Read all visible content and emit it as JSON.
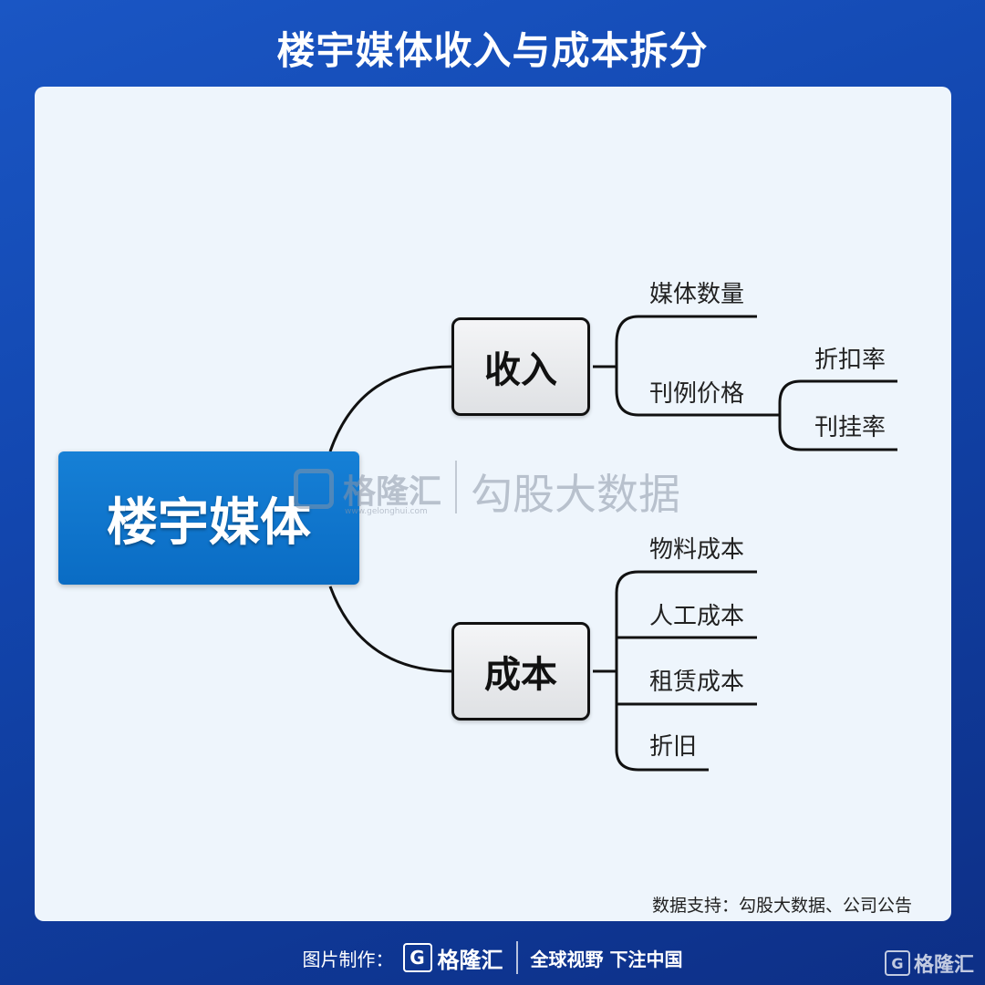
{
  "header": {
    "title": "楼宇媒体收入与成本拆分"
  },
  "diagram": {
    "root": "楼宇媒体",
    "branches": [
      {
        "label": "收入",
        "children": [
          "媒体数量",
          "刊例价格"
        ],
        "sub_children": [
          "折扣率",
          "刊挂率"
        ]
      },
      {
        "label": "成本",
        "children": [
          "物料成本",
          "人工成本",
          "租赁成本",
          "折旧"
        ]
      }
    ]
  },
  "watermark": {
    "brand": "格隆汇",
    "url": "www.gelonghui.com",
    "partner": "勾股大数据"
  },
  "source": "数据支持：勾股大数据、公司公告",
  "footer": {
    "made_by": "图片制作：",
    "brand": "格隆汇",
    "slogan": "全球视野 下注中国",
    "logo_letter": "G"
  },
  "corner_logo": {
    "letter": "G",
    "brand": "格隆汇"
  }
}
